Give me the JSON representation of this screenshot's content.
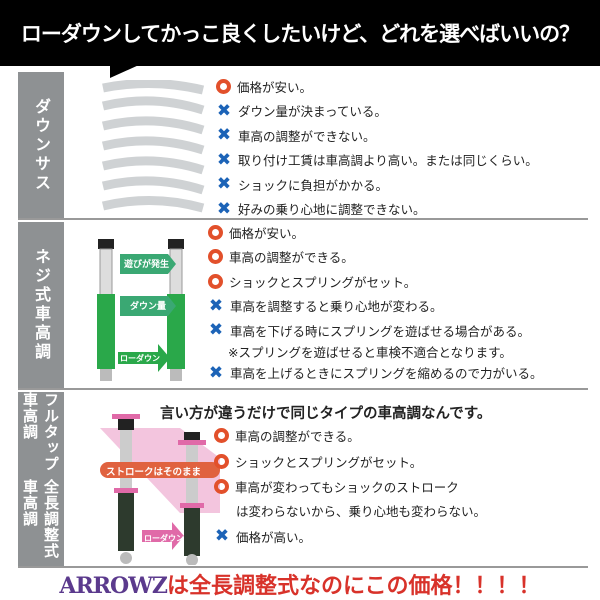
{
  "header": {
    "title": "ローダウンしてかっこ良くしたいけど、どれを選べばいいの？"
  },
  "sections": [
    {
      "label": "ダウンサス",
      "items": [
        {
          "mark": "circle",
          "text": "価格が安い。"
        },
        {
          "mark": "cross",
          "text": "ダウン量が決まっている。"
        },
        {
          "mark": "cross",
          "text": "車高の調整ができない。"
        },
        {
          "mark": "cross",
          "text": "取り付け工賃は車高調より高い。または同じくらい。"
        },
        {
          "mark": "cross",
          "text": "ショックに負担がかかる。"
        },
        {
          "mark": "cross",
          "text": "好みの乗り心地に調整できない。"
        }
      ]
    },
    {
      "label": "ネジ式車高調",
      "callouts": [
        "遊びが発生",
        "ダウン量",
        "ローダウン"
      ],
      "items": [
        {
          "mark": "circle",
          "text": "価格が安い。"
        },
        {
          "mark": "circle",
          "text": "車高の調整ができる。"
        },
        {
          "mark": "circle",
          "text": "ショックとスプリングがセット。"
        },
        {
          "mark": "cross",
          "text": "車高を調整すると乗り心地が変わる。"
        },
        {
          "mark": "cross",
          "text": "車高を下げる時にスプリングを遊ばせる場合がある。"
        },
        {
          "mark": "none",
          "text": "※スプリングを遊ばせると車検不適合となります。"
        },
        {
          "mark": "cross",
          "text": "車高を上げるときにスプリングを縮めるので力がいる。"
        }
      ]
    },
    {
      "label_a": "フルタップ車高調",
      "label_b": "全長調整式車高調",
      "headline": "言い方が違うだけで同じタイプの車高調なんです。",
      "callouts": [
        "ストロークはそのまま",
        "ローダウン"
      ],
      "items": [
        {
          "mark": "circle",
          "text": "車高の調整ができる。"
        },
        {
          "mark": "circle",
          "text": "ショックとスプリングがセット。"
        },
        {
          "mark": "circle",
          "text": "車高が変わってもショックのストローク"
        },
        {
          "mark": "none",
          "text": "は変わらないから、乗り心地も変わらない。"
        },
        {
          "mark": "cross",
          "text": "価格が高い。"
        }
      ]
    }
  ],
  "footer": {
    "brand": "ARROWZ",
    "slogan": "は全長調整式なのにこの価格！！！！"
  },
  "colors": {
    "circle": "#e2502b",
    "cross": "#1c63b7",
    "green": "#2aa84a",
    "pink": "#e06aa8",
    "label_bg": "#8e9193"
  }
}
